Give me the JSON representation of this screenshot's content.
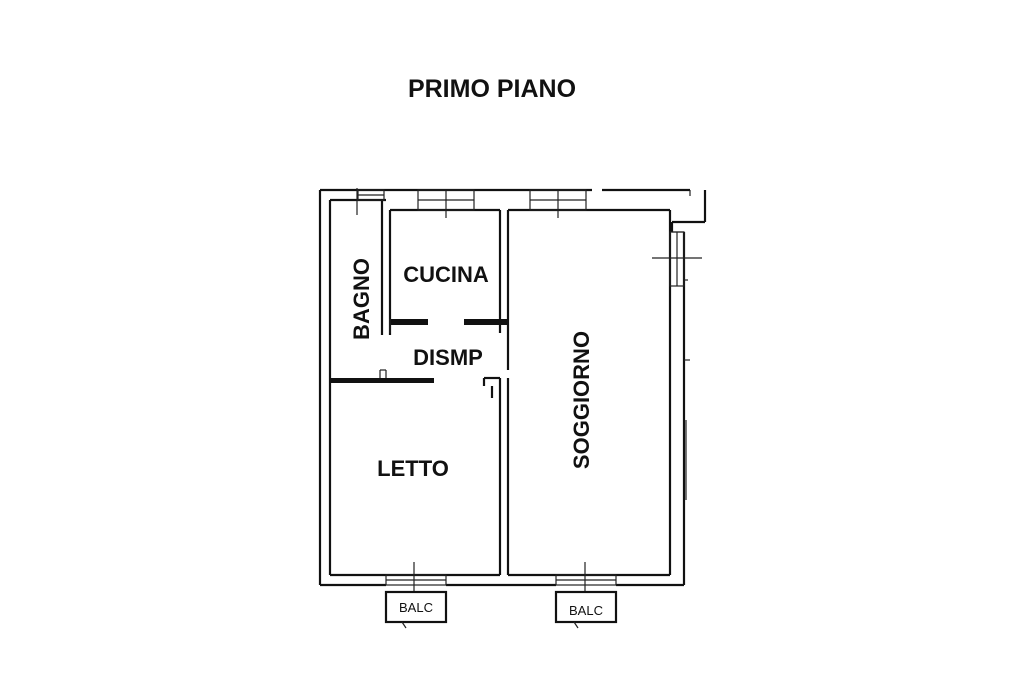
{
  "title": "PRIMO PIANO",
  "rooms": {
    "bagno": "BAGNO",
    "cucina": "CUCINA",
    "disimpegno": "DISMP",
    "letto": "LETTO",
    "soggiorno": "SOGGIORNO",
    "balcone_1": "BALC",
    "balcone_2": "BALC"
  }
}
